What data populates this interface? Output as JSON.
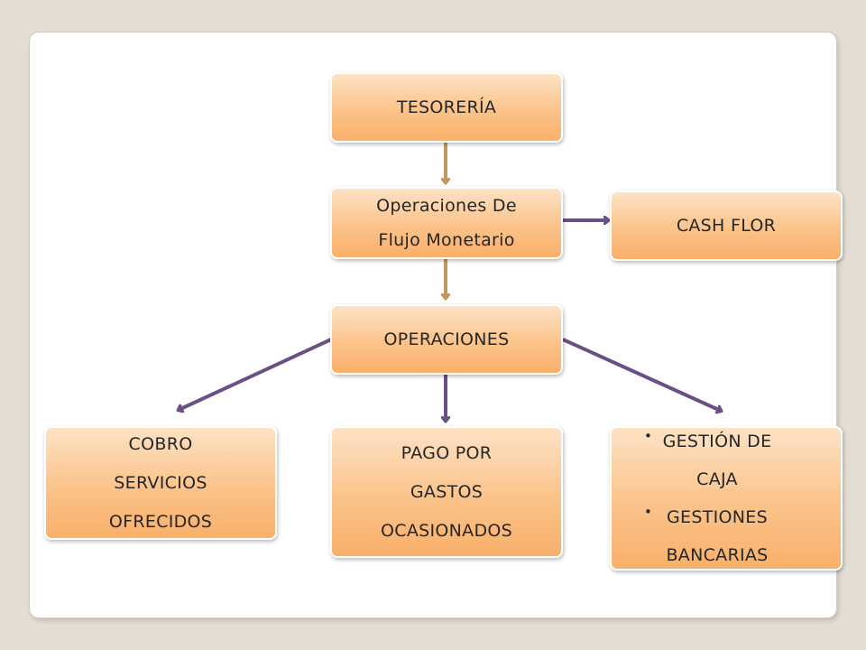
{
  "nodes": {
    "tesoreria": "TESORERÍA",
    "operaciones_flujo": "Operaciones De Flujo Monetario",
    "cash_flor": "CASH FLOR",
    "operaciones": "OPERACIONES",
    "cobro": "COBRO SERVICIOS OFRECIDOS",
    "pago": "PAGO POR GASTOS OCASIONADOS",
    "gestion_items": [
      "GESTIÓN DE CAJA",
      "GESTIONES BANCARIAS"
    ]
  },
  "colors": {
    "background": "#e4ddd3",
    "node_fill_top": "#fde2c5",
    "node_fill_bottom": "#f9b06a",
    "arrow_gold": "#c09a5b",
    "arrow_purple": "#6b4f87",
    "text": "#262626"
  }
}
